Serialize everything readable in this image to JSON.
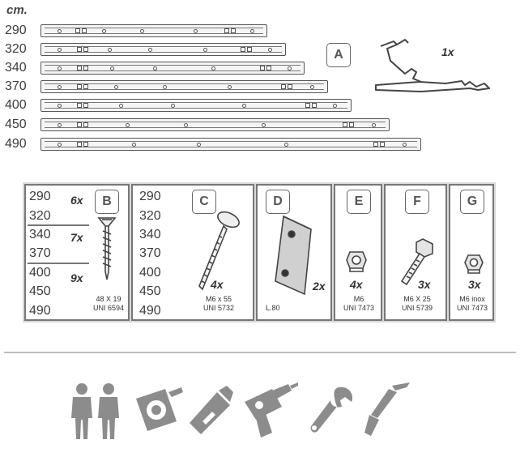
{
  "unit_label": "cm.",
  "rails": [
    {
      "length": "290"
    },
    {
      "length": "320"
    },
    {
      "length": "340"
    },
    {
      "length": "370"
    },
    {
      "length": "400"
    },
    {
      "length": "450"
    },
    {
      "length": "490"
    }
  ],
  "profile": {
    "letter": "A",
    "qty": "1x"
  },
  "parts": {
    "b": {
      "letter": "B",
      "sizes": [
        "290",
        "320",
        "340",
        "370",
        "400",
        "450",
        "490"
      ],
      "qty_groups": [
        "6x",
        "7x",
        "9x"
      ],
      "spec_line1": "48 X 19",
      "spec_line2": "UNI 6594"
    },
    "c": {
      "letter": "C",
      "sizes": [
        "290",
        "320",
        "340",
        "370",
        "400",
        "450",
        "490"
      ],
      "qty": "4x",
      "spec_line1": "M6 x 55",
      "spec_line2": "UNI 5732"
    },
    "d": {
      "letter": "D",
      "qty": "2x",
      "spec_line1": "L.80"
    },
    "e": {
      "letter": "E",
      "qty": "4x",
      "spec_line1": "M6",
      "spec_line2": "UNI 7473"
    },
    "f": {
      "letter": "F",
      "qty": "3x",
      "spec_line1": "M6 X 25",
      "spec_line2": "UNI 5739"
    },
    "g": {
      "letter": "G",
      "qty": "3x",
      "spec_line1": "M6 inox",
      "spec_line2": "UNI 7473"
    }
  },
  "tools": [
    "two-people-icon",
    "tape-measure-icon",
    "sealant-tube-icon",
    "power-drill-icon",
    "wrench-icon",
    "screwdriver-icon"
  ],
  "colors": {
    "line": "#555555",
    "tool_gray": "#8c8c8c",
    "panel_border": "#777777"
  }
}
